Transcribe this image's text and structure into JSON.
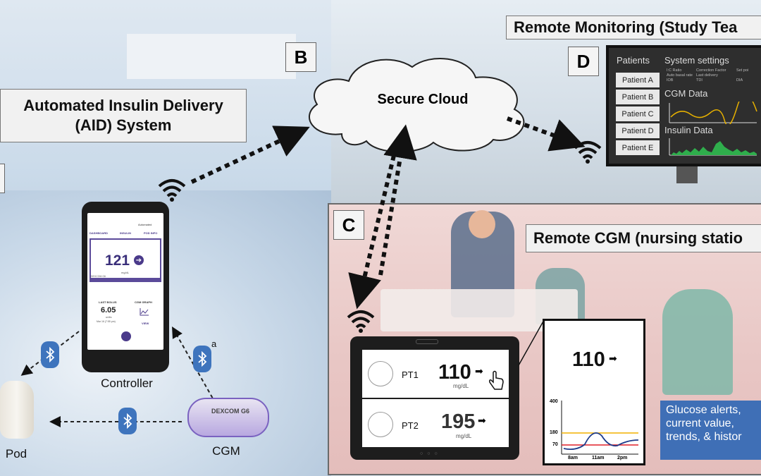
{
  "labels": {
    "b": "B",
    "c": "C",
    "d": "D",
    "aid_line1": "Automated Insulin Delivery",
    "aid_line2": "(AID) System",
    "secure_cloud": "Secure Cloud",
    "remote_monitoring": "Remote Monitoring (Study Tea",
    "remote_cgm": "Remote CGM (nursing statio",
    "controller": "Controller",
    "pod": "Pod",
    "cgm": "CGM",
    "superscript_a": "a"
  },
  "controller_screen": {
    "tabs": [
      "DASHBOARD",
      "INSULIN",
      "POD INFO"
    ],
    "status": "Automated",
    "cgm_value": "121",
    "cgm_unit": "mg/dL",
    "sensor_label": "DEXCOM G6",
    "last_bolus_label": "LAST BOLUS",
    "last_bolus_value": "6.05",
    "last_bolus_unit": "units",
    "last_bolus_time": "Mar 16 (7:55 pm)",
    "cgm_graph_label": "CGM GRAPH",
    "view_label": "VIEW"
  },
  "cgm_device": {
    "brand": "DEXCOM G6"
  },
  "monitor": {
    "patients_heading": "Patients",
    "patients": [
      "Patient A",
      "Patient B",
      "Patient C",
      "Patient D",
      "Patient E"
    ],
    "settings_heading": "System settings",
    "settings_items": [
      "I:C Ratio",
      "Correction Factor",
      "Set poi",
      "Auto basal rate",
      "Last delivery",
      "IOB",
      "TDI",
      "DIA"
    ],
    "cgm_heading": "CGM Data",
    "insulin_heading": "Insulin Data"
  },
  "tablet": {
    "rows": [
      {
        "name": "PT1",
        "value": "110",
        "unit": "mg/dL"
      },
      {
        "name": "PT2",
        "value": "195",
        "unit": "mg/dL"
      }
    ]
  },
  "popup": {
    "value": "110",
    "y_ticks": [
      "400",
      "180",
      "70"
    ],
    "x_ticks": [
      "8am",
      "11am",
      "2pm"
    ],
    "threshold_high_color": "#f2b100",
    "threshold_low_color": "#e0202a",
    "trace_color": "#1e3b8a"
  },
  "alert_text": [
    "Glucose alerts,",
    "current value,",
    "trends, & histor"
  ]
}
